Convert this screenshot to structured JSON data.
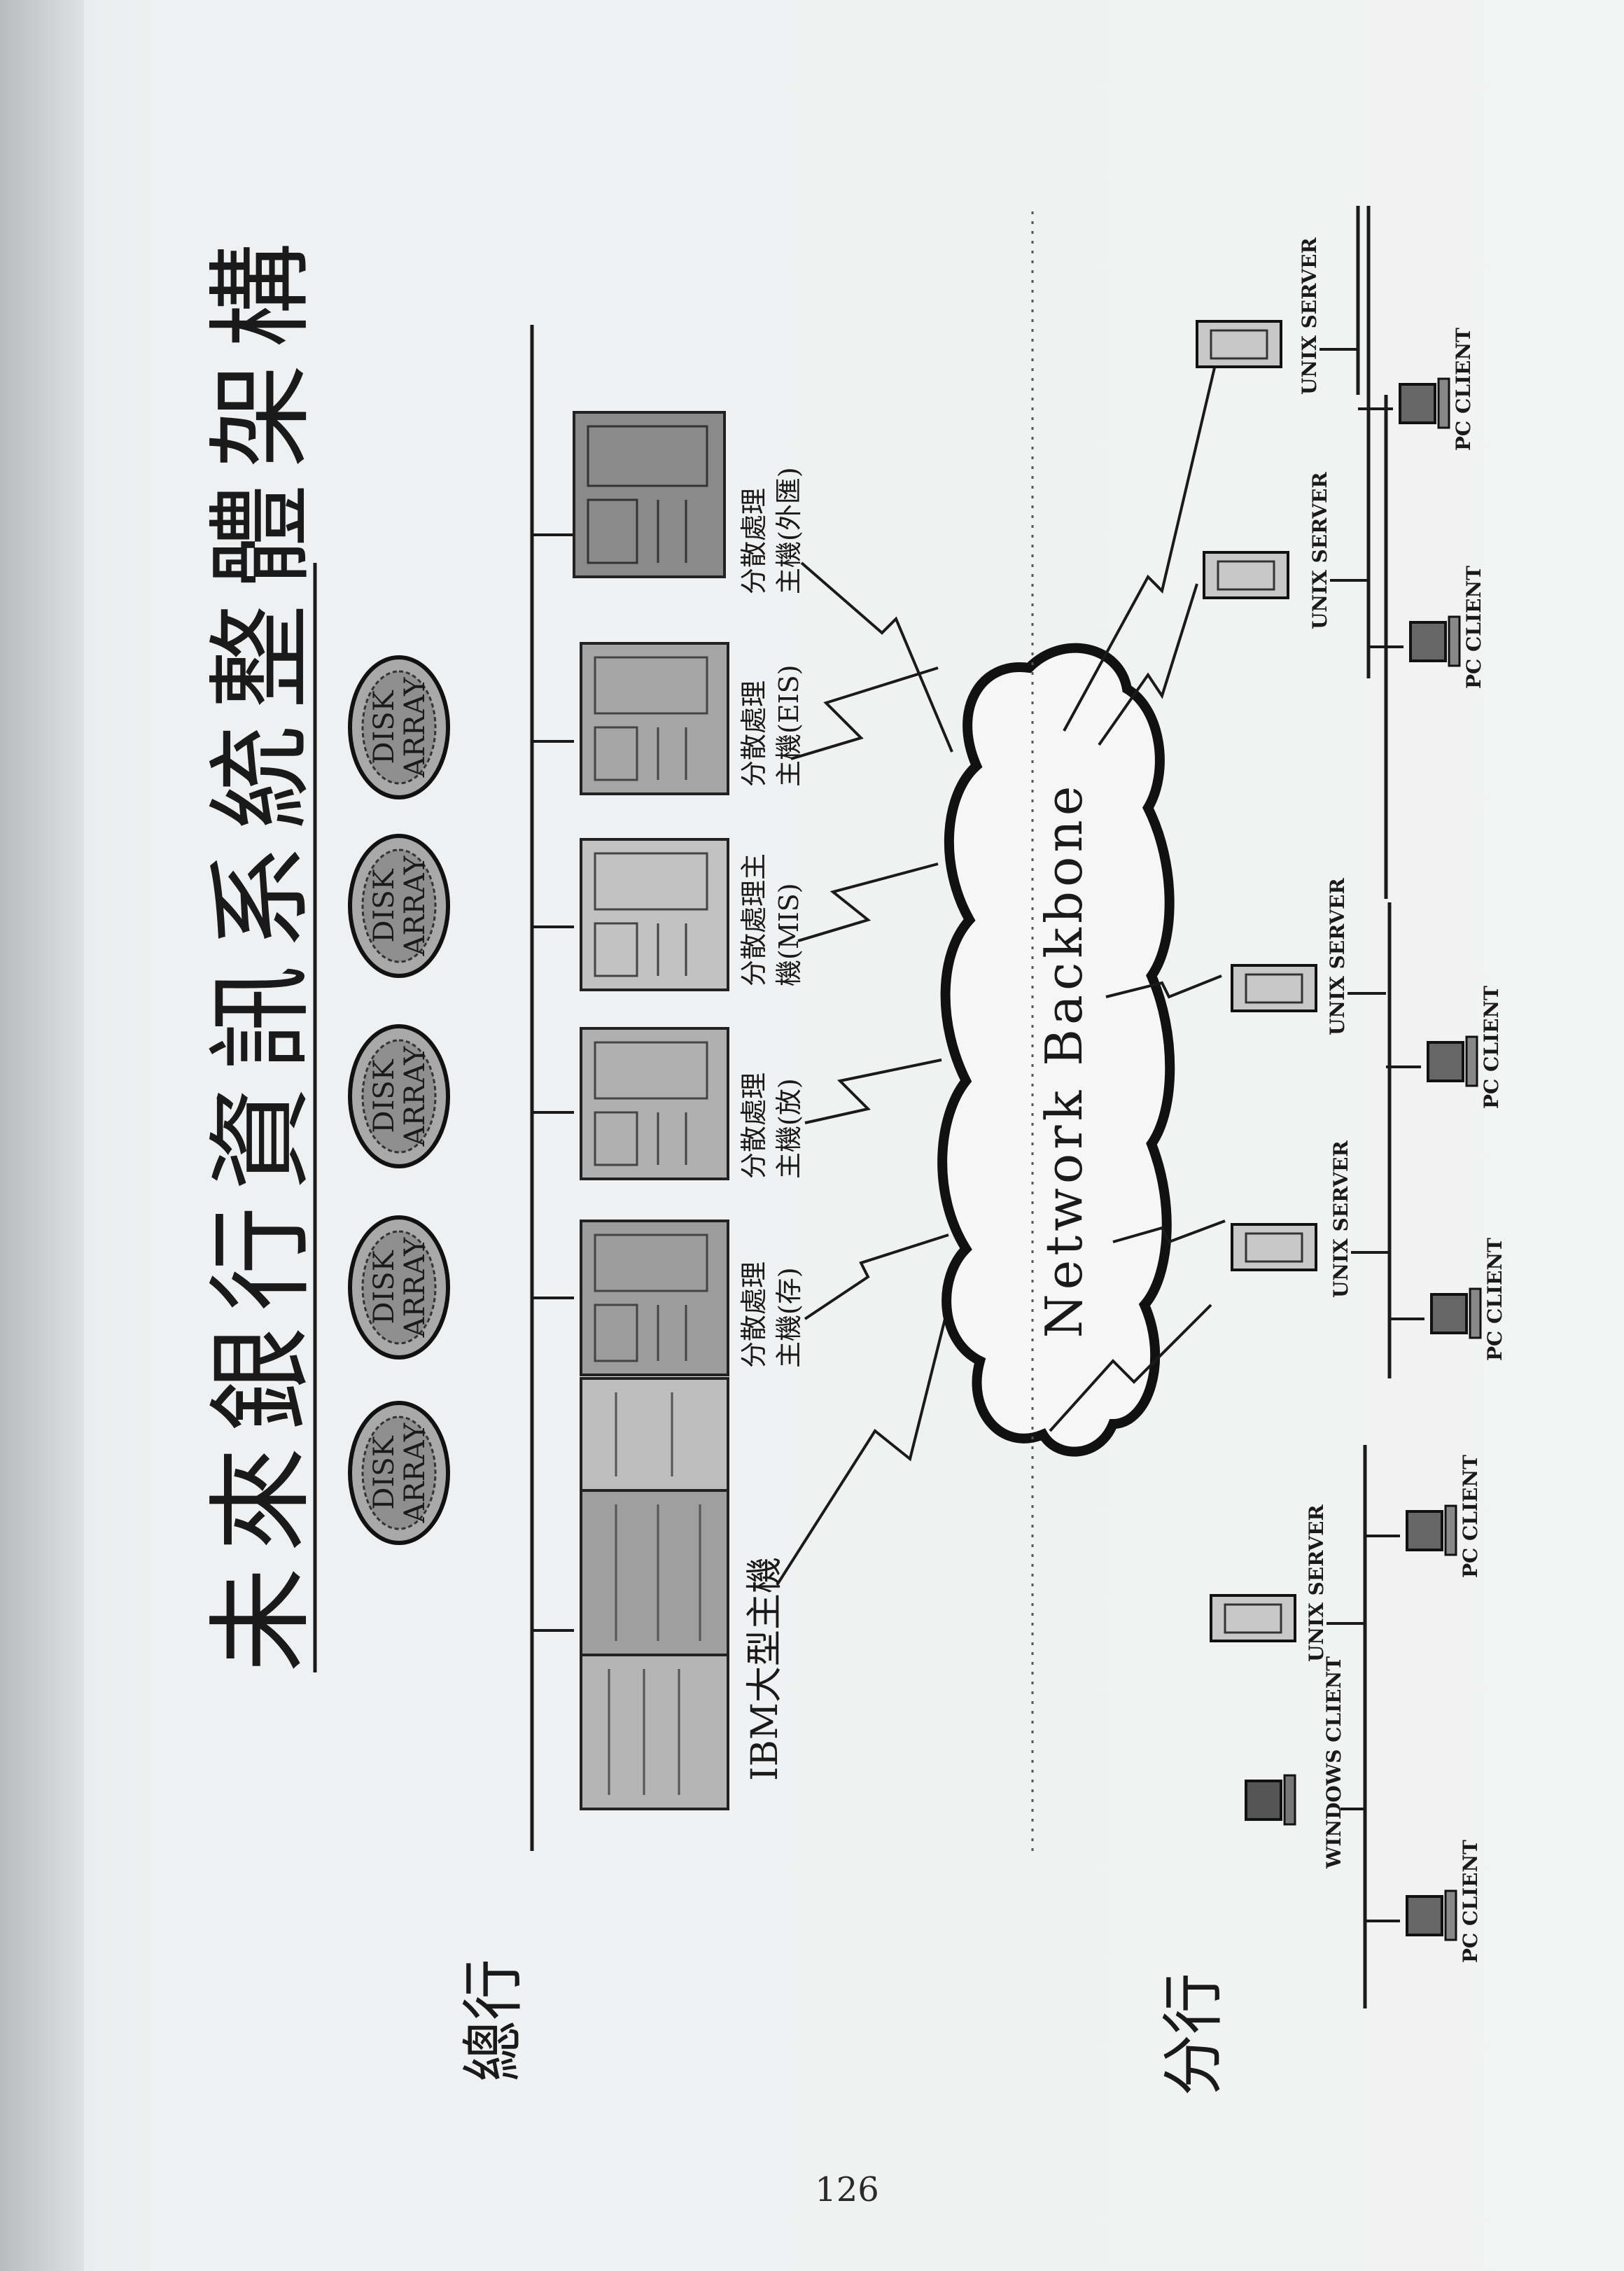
{
  "title": "未來銀行資訊系統整體架構",
  "sections": {
    "head_office": "總行",
    "branch": "分行"
  },
  "network": "Network Backbone",
  "disk_array": {
    "label_line1": "DISK",
    "label_line2": "ARRAY",
    "count": 5
  },
  "hosts": [
    {
      "label": "IBM大型主機"
    },
    {
      "label_line1": "分散處理",
      "label_line2": "主機(存)"
    },
    {
      "label_line1": "分散處理",
      "label_line2": "主機(放)"
    },
    {
      "label_line1": "分散處理主",
      "label_line2": "機(MIS)"
    },
    {
      "label_line1": "分散處理",
      "label_line2": "主機(EIS)"
    },
    {
      "label_line1": "分散處理",
      "label_line2": "主機(外匯)"
    }
  ],
  "branches": [
    {
      "server": "UNIX SERVER",
      "clients": [
        "WINDOWS CLIENT",
        "PC CLIENT",
        "PC CLIENT"
      ]
    },
    {
      "server": "UNIX SERVER",
      "clients": [
        "PC CLIENT"
      ]
    },
    {
      "server": "UNIX SERVER",
      "clients": [
        "PC CLIENT"
      ]
    },
    {
      "server": "UNIX SERVER",
      "clients": [
        "PC CLIENT"
      ]
    },
    {
      "server": "UNIX SERVER",
      "clients": [
        "PC CLIENT"
      ]
    }
  ],
  "page_number": "126"
}
